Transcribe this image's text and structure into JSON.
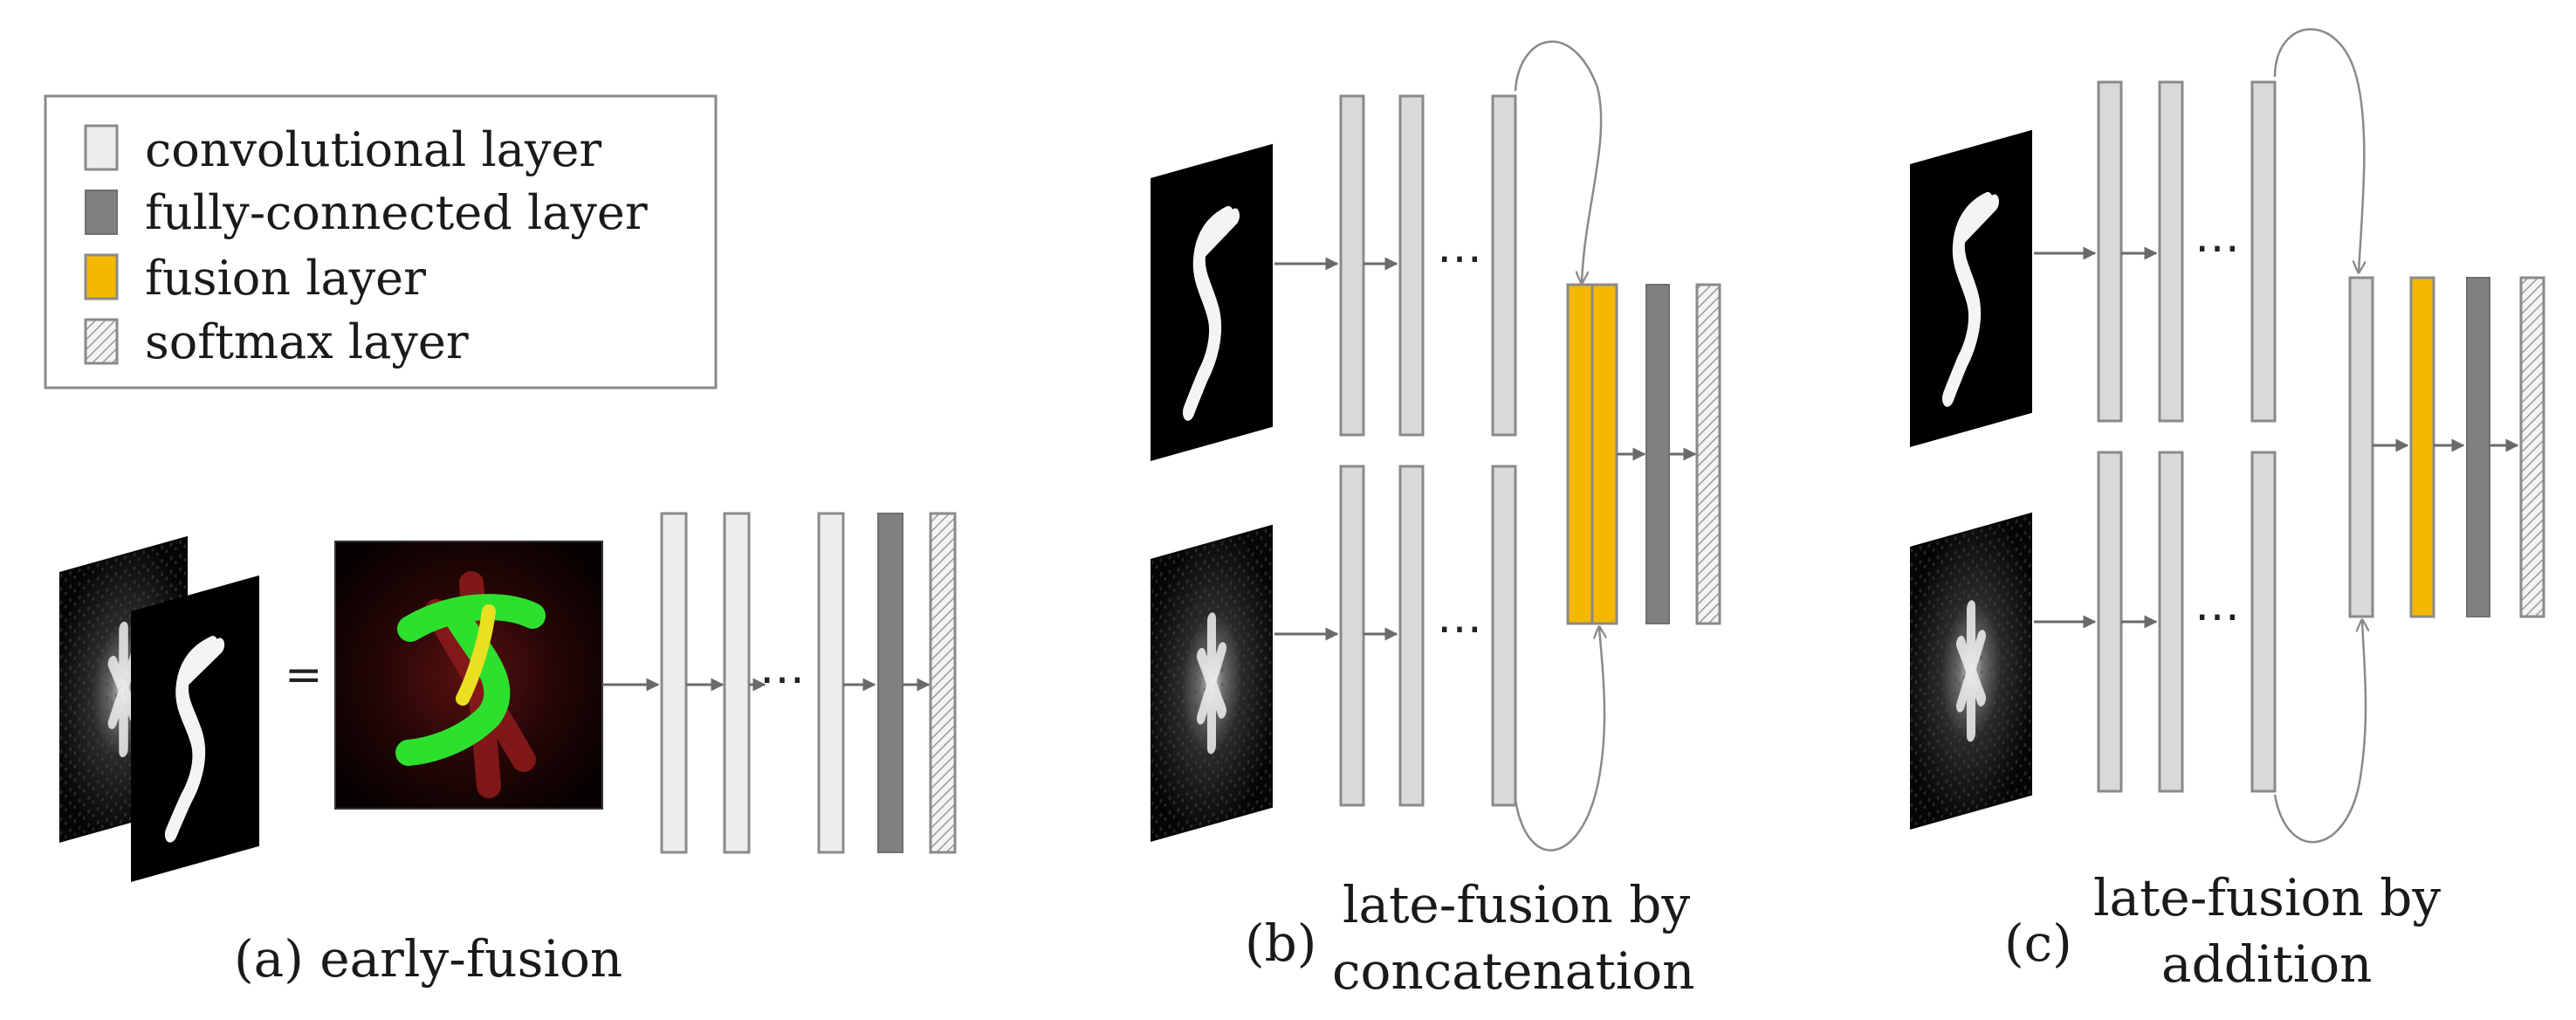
{
  "legend": {
    "items": [
      {
        "label": "convolutional layer",
        "swatch": "#ededed"
      },
      {
        "label": "fully-connected layer",
        "swatch": "#808080"
      },
      {
        "label": "fusion layer",
        "swatch": "#f5b800"
      },
      {
        "label": "softmax layer",
        "swatch": "hatched"
      }
    ]
  },
  "panels": {
    "a": {
      "caption_line1": "(a) early-fusion",
      "equals": "=",
      "ellipsis": "…"
    },
    "b": {
      "tag": "(b)",
      "caption_line1": "late-fusion by",
      "caption_line2": "concatenation",
      "ellipsis_top": "…",
      "ellipsis_bottom": "…"
    },
    "c": {
      "tag": "(c)",
      "caption_line1": "late-fusion by",
      "caption_line2": "addition",
      "ellipsis_top": "…",
      "ellipsis_bottom": "…"
    }
  },
  "images": {
    "digit": "handwritten digit 5 (white on black)",
    "xray": "diffraction-pattern image (grey speckle on black)",
    "fused": "colour-fused digit (green/red on black)"
  },
  "colors": {
    "conv": "#d9d9d9",
    "fully_connected": "#808080",
    "fusion": "#f5b800",
    "border": "#8a8a8a"
  }
}
